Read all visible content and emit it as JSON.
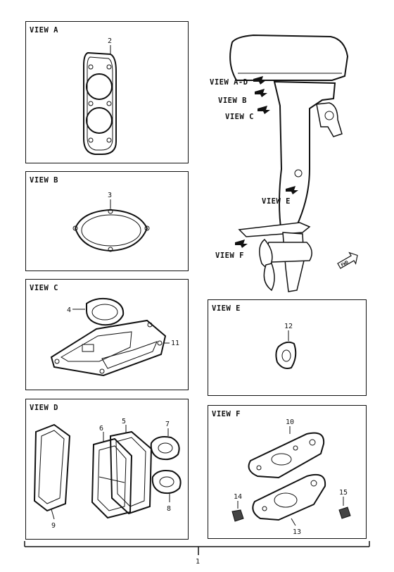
{
  "panels": {
    "view_a": {
      "title": "VIEW A",
      "callouts": [
        "2"
      ]
    },
    "view_b": {
      "title": "VIEW B",
      "callouts": [
        "3"
      ]
    },
    "view_c": {
      "title": "VIEW C",
      "callouts": [
        "4",
        "11"
      ]
    },
    "view_d": {
      "title": "VIEW D",
      "callouts": [
        "5",
        "6",
        "7",
        "8",
        "9"
      ]
    },
    "view_e": {
      "title": "VIEW E",
      "callouts": [
        "12"
      ]
    },
    "view_f": {
      "title": "VIEW F",
      "callouts": [
        "10",
        "13",
        "14",
        "15"
      ]
    }
  },
  "engine": {
    "labels": [
      "VIEW A-D",
      "VIEW B",
      "VIEW C",
      "VIEW E",
      "VIEW F"
    ],
    "fwd": "FWD"
  },
  "assembly": {
    "callout": "1"
  }
}
